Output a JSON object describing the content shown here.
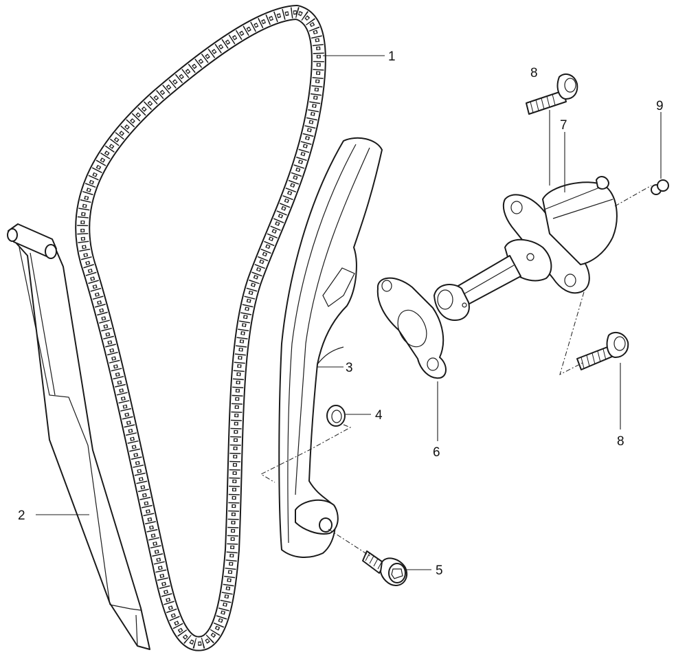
{
  "callouts": {
    "chain": "1",
    "fixed_guide": "2",
    "tensioner_shoe": "3",
    "washer": "4",
    "pivot_bolt": "5",
    "gasket": "6",
    "tensioner": "7",
    "bolt_upper": "8",
    "bolt_lower": "8",
    "plug": "9"
  }
}
